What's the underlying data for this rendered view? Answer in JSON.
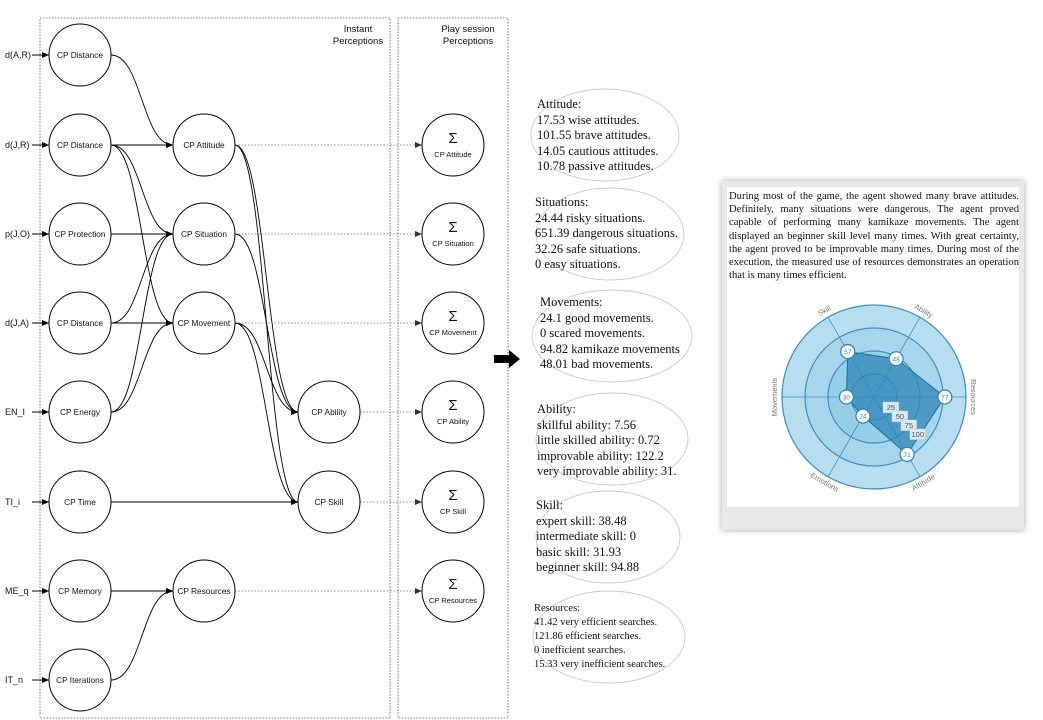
{
  "panels": {
    "instant_label_1": "Instant",
    "instant_label_2": "Perceptions",
    "session_label_1": "Play session",
    "session_label_2": "Perceptions"
  },
  "inputs": [
    "d(A,R)",
    "d(J,R)",
    "p(J,O)",
    "d(J,A)",
    "EN_I",
    "TI_i",
    "ME_q",
    "IT_n"
  ],
  "input_nodes": [
    "CP Distance",
    "CP Distance",
    "CP Protection",
    "CP Distance",
    "CP Energy",
    "CP Time",
    "CP Memory",
    "CP Iterations"
  ],
  "mid_nodes": {
    "attitude": "CP Attitude",
    "situation": "CP Situation",
    "movement": "CP Movement",
    "resources": "CP Resources",
    "ability": "CP Ability",
    "skill": "CP Skill"
  },
  "sigma_symbol": "Σ",
  "sigma_nodes": [
    "CP Attitude",
    "CP Situation",
    "CP Movement",
    "CP Ability",
    "CP Skill",
    "CP Resources"
  ],
  "results": {
    "attitude": {
      "title": "Attitude:",
      "lines": [
        "17.53 wise attitudes.",
        "101.55 brave attitudes.",
        "14.05 cautious attitudes.",
        "10.78 passive attitudes."
      ]
    },
    "situations": {
      "title": "Situations:",
      "lines": [
        "24.44 risky situations.",
        "651.39 dangerous situations.",
        "32.26 safe situations.",
        "0 easy situations."
      ]
    },
    "movements": {
      "title": "Movements:",
      "lines": [
        "24.1 good movements.",
        "0 scared movements.",
        "94.82 kamikaze movements",
        "48.01 bad movements."
      ]
    },
    "ability": {
      "title": "Ability:",
      "lines": [
        "skillful ability: 7.56",
        "little skilled ability: 0.72",
        "improvable ability: 122.2",
        "very improvable ability: 31."
      ]
    },
    "skill": {
      "title": "Skill:",
      "lines": [
        "expert skill: 38.48",
        "intermediate skill: 0",
        "basic skill: 31.93",
        "beginner skill: 94.88"
      ]
    },
    "resources": {
      "title": "Resources:",
      "lines": [
        "41.42 very efficient searches.",
        "121.86 efficient searches.",
        "0 inefficient searches.",
        "15.33 very inefficient searches."
      ]
    }
  },
  "summary": "During most of the game, the agent showed many brave attitudes. Definitely, many situations were dangerous. The agent proved capable of performing many kamikaze movements. The agent displayed an beginner skill level many times. With great certainty, the agent proved to be improvable many times. During most of the execution, the measured use of resources demonstrates an operation that is many times efficient.",
  "radar": {
    "axes": [
      "Skill",
      "Ability",
      "Resources",
      "Attitude",
      "Emotions",
      "Movements"
    ],
    "values": [
      57,
      48,
      77,
      72,
      24,
      30
    ],
    "value_labels": [
      "57",
      "48",
      "77",
      "72",
      "24",
      "30"
    ],
    "ring_labels": [
      "25",
      "50",
      "75",
      "100"
    ],
    "max": 100,
    "colors": {
      "fill": "#3b97c6",
      "ring": "#9ed2e8",
      "line": "#6fb9d8"
    }
  },
  "colors": {
    "stroke": "#000000",
    "dotted": "#666666",
    "ellipse": "#c8c8c8"
  }
}
